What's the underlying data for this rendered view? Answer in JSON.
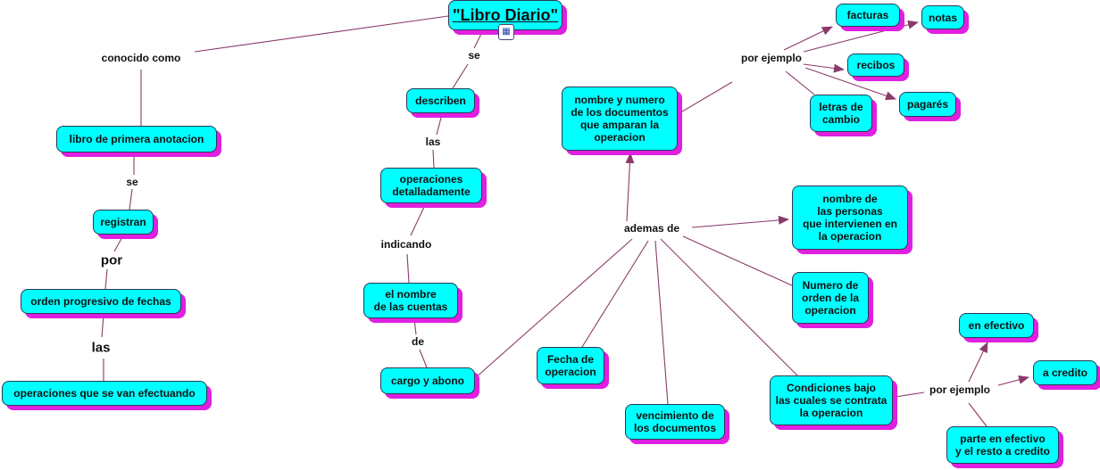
{
  "title": "\"Libro Diario\"",
  "nodes": {
    "libro_primera": "libro de primera anotacion",
    "registran": "registran",
    "orden": "orden progresivo de fechas",
    "operaciones_efectuando": "operaciones que se van efectuando",
    "describen": "describen",
    "operaciones_detalladamente": "operaciones\ndetalladamente",
    "nombre_cuentas": "el nombre\nde las cuentas",
    "cargo_abono": "cargo y abono",
    "nombre_numero_docs": "nombre y numero\nde los documentos\nque amparan la\noperacion",
    "facturas": "facturas",
    "notas": "notas",
    "recibos": "recibos",
    "pagares": "pagarés",
    "letras": "letras de\ncambio",
    "nombre_personas": "nombre de\nlas personas\nque intervienen en\nla operacion",
    "numero_orden": "Numero de\norden de la\noperacion",
    "en_efectivo": "en efectivo",
    "a_credito": "a credito",
    "condiciones": "Condiciones bajo\nlas cuales se contrata\nla operacion",
    "parte_efectivo": "parte en efectivo\ny el resto a credito",
    "fecha": "Fecha de\noperacion",
    "vencimiento": "vencimiento de\nlos documentos"
  },
  "links": {
    "conocido_como": "conocido como",
    "se1": "se",
    "por": "por",
    "las1": "las",
    "se2": "se",
    "las2": "las",
    "indicando": "indicando",
    "de": "de",
    "por_ejemplo1": "por ejemplo",
    "ademas_de": "ademas de",
    "por_ejemplo2": "por ejemplo"
  },
  "colors": {
    "node": "#00ffff",
    "shadow": "#e020e0",
    "line": "#8b3a6b"
  }
}
